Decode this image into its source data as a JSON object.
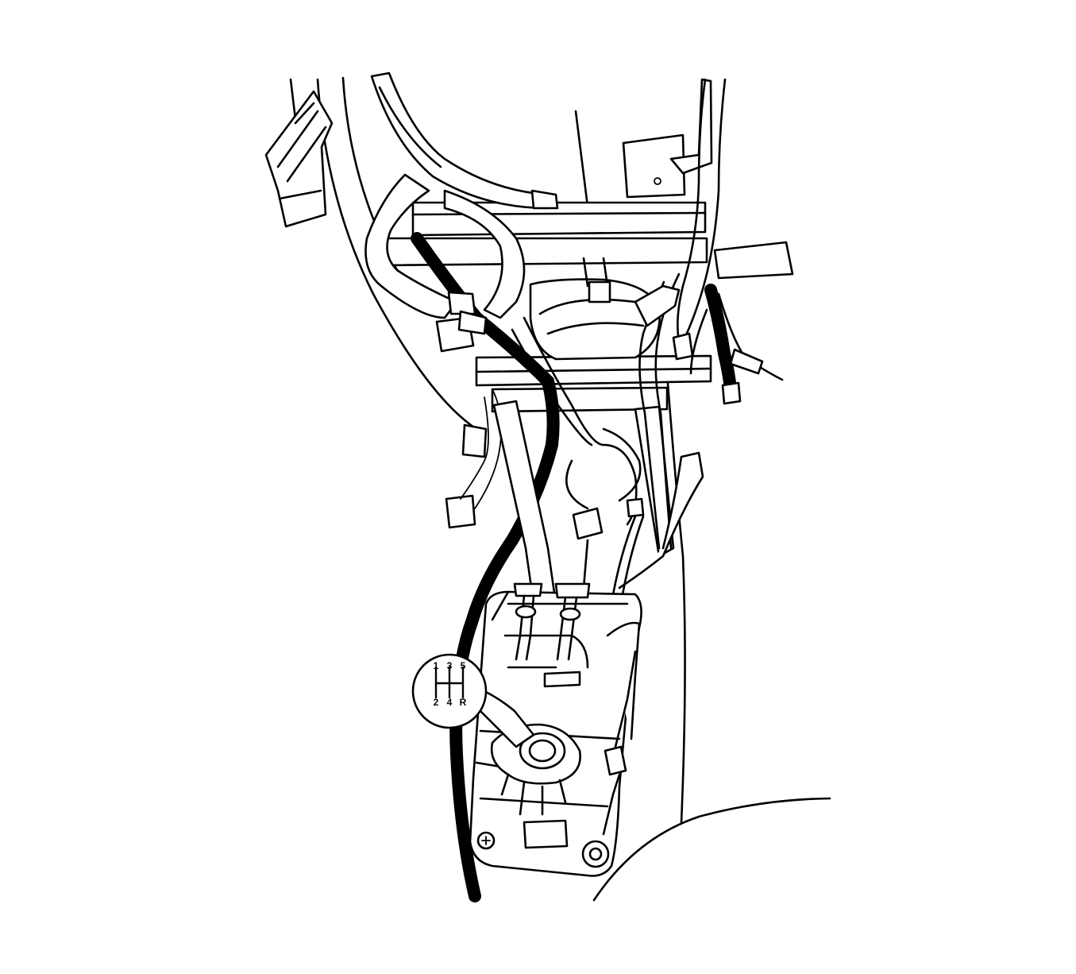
{
  "figure": {
    "shift_pattern": {
      "top_gears": [
        "1",
        "3",
        "5"
      ],
      "bottom_gears": [
        "2",
        "4",
        "R"
      ]
    }
  }
}
